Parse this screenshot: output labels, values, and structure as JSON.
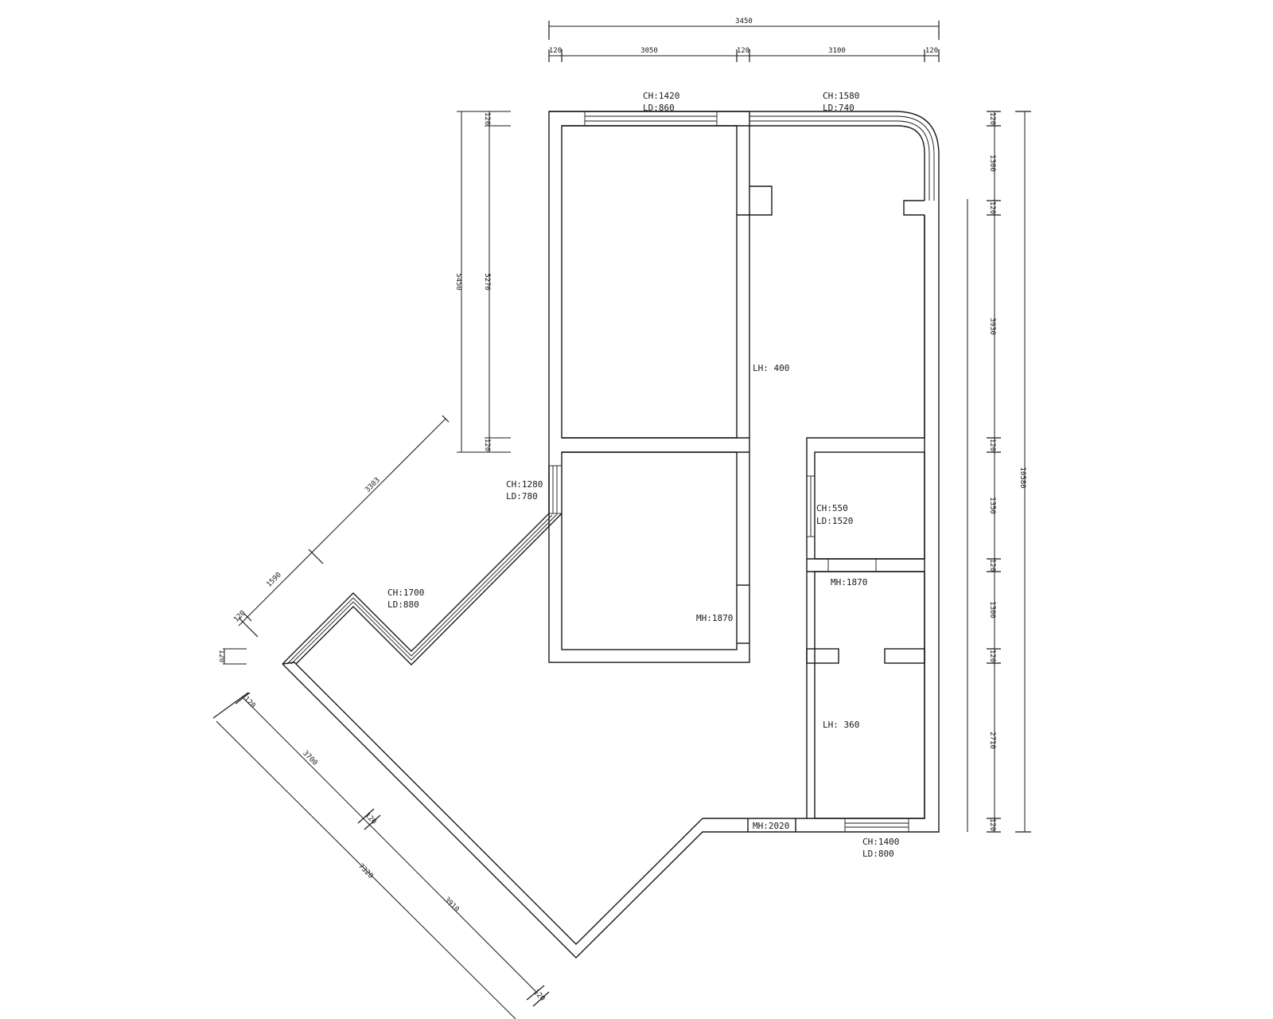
{
  "openings": {
    "top_left_window": [
      "CH:1420",
      "LD:860"
    ],
    "top_right_window": [
      "CH:1580",
      "LD:740"
    ],
    "left_window": [
      "CH:1280",
      "LD:780"
    ],
    "diagonal_window": [
      "CH:1700",
      "LD:880"
    ],
    "small_room_window": [
      "CH:550",
      "LD:1520"
    ],
    "bottom_window": [
      "CH:1400",
      "LD:800"
    ]
  },
  "labels": {
    "lh_upper": "LH: 400",
    "lh_lower": "LH: 360",
    "mh_living": "MH:1870",
    "mh_small": "MH:1870",
    "mh_bottom": "MH:2020"
  },
  "dimensions": {
    "top_total": "3450",
    "top_segments": [
      "120",
      "3050",
      "120",
      "3100",
      "120"
    ],
    "left_outer": "5450",
    "left_inner": "5270",
    "left_ticks": [
      "120",
      "120"
    ],
    "right_total": "10580",
    "right_segments": [
      "120",
      "1300",
      "120",
      "3930",
      "120",
      "1350",
      "120",
      "1300",
      "120",
      "2710",
      "120"
    ],
    "diag_upper": [
      "120",
      "1590",
      "3303"
    ],
    "diag_lower": [
      "120",
      "3700",
      "120",
      "7320",
      "3910",
      "120"
    ],
    "small_tick": "120"
  }
}
